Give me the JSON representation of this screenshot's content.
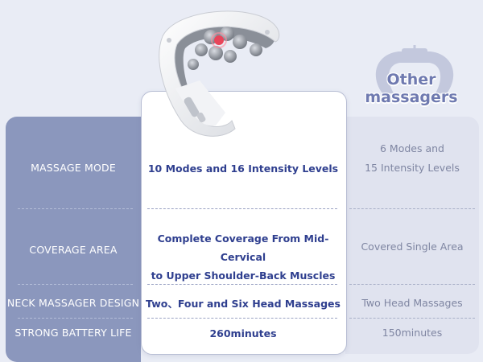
{
  "other_column": {
    "title_line1": "Other",
    "title_line2": "massagers"
  },
  "rows": [
    {
      "label": "MASSAGE MODE",
      "product": [
        "10 Modes and 16 Intensity Levels"
      ],
      "other": [
        "6 Modes and",
        "15 Intensity Levels"
      ]
    },
    {
      "label": "COVERAGE AREA",
      "product": [
        "Complete Coverage From Mid-Cervical",
        "to Upper Shoulder-Back Muscles"
      ],
      "other": [
        "Covered Single Area"
      ]
    },
    {
      "label": "NECK MASSAGER DESIGN",
      "product": [
        "Two、Four and Six Head Massages"
      ],
      "other": [
        "Two Head Massages"
      ]
    },
    {
      "label": "STRONG BATTERY LIFE",
      "product": [
        "260minutes"
      ],
      "other": [
        "150minutes"
      ]
    }
  ],
  "colors": {
    "background": "#e9ecf5",
    "left_panel": "#8b97bd",
    "accent_text": "#2f3f8f",
    "muted_text": "#7f86a2",
    "indicator_light": "#e8455a"
  },
  "icons": [
    "neck-massager-product-image",
    "other-massager-icon"
  ]
}
